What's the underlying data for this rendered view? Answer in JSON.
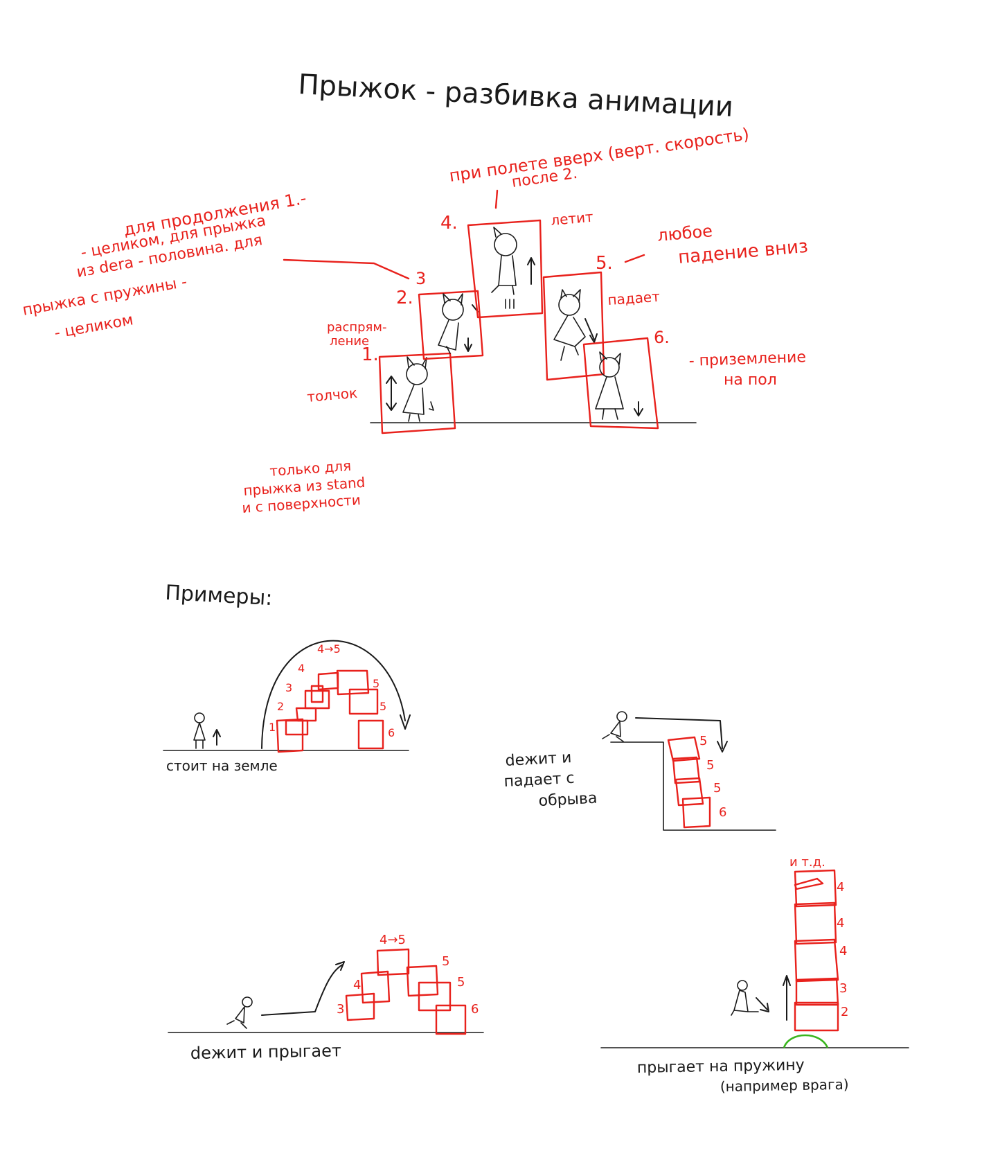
{
  "title": "Прыжок - разбивка анимации",
  "phases": {
    "p1": {
      "num": "1.",
      "name": "толчок",
      "note": [
        "только для",
        "прыжка из stand",
        "и с поверхности"
      ]
    },
    "p2": {
      "num": "2.",
      "name": [
        "распрям-",
        "ление"
      ]
    },
    "p3": {
      "num": "3",
      "note": [
        "для продолжения 1.-",
        "- целиком, для прыжка",
        "из dera - половина. для",
        "прыжка с пружины -",
        "- целиком"
      ]
    },
    "p4": {
      "num": "4.",
      "name": "летит",
      "note": [
        "при полете вверх (верт. скорость)",
        "после 2."
      ]
    },
    "p5": {
      "num": "5.",
      "name": "падает",
      "note": [
        "любое",
        "падение вниз"
      ]
    },
    "p6": {
      "num": "6.",
      "note": [
        "- приземление",
        "на пол"
      ]
    }
  },
  "examples_heading": "Примеры:",
  "examples": {
    "stand": {
      "caption": "стоит на земле",
      "frames": [
        "1",
        "2",
        "3",
        "4",
        "4→5",
        "5",
        "5",
        "6"
      ]
    },
    "cliff": {
      "caption": [
        "dежит и",
        "падает с",
        "обрыва"
      ],
      "frames": [
        "5",
        "5",
        "5",
        "6"
      ]
    },
    "run_jump": {
      "caption": "dежит   и   прыгает",
      "frames": [
        "3",
        "4",
        "4→5",
        "5",
        "5",
        "6"
      ]
    },
    "spring": {
      "caption": [
        "прыгает на пружину",
        "(например врага)"
      ],
      "frames": [
        "и т.д.",
        "4",
        "4",
        "4",
        "3",
        "2"
      ]
    }
  },
  "colors": {
    "ink": "#1a1a1a",
    "frame_red": "#e8211c",
    "spring_green": "#3ab51e",
    "paper": "#ffffff"
  }
}
